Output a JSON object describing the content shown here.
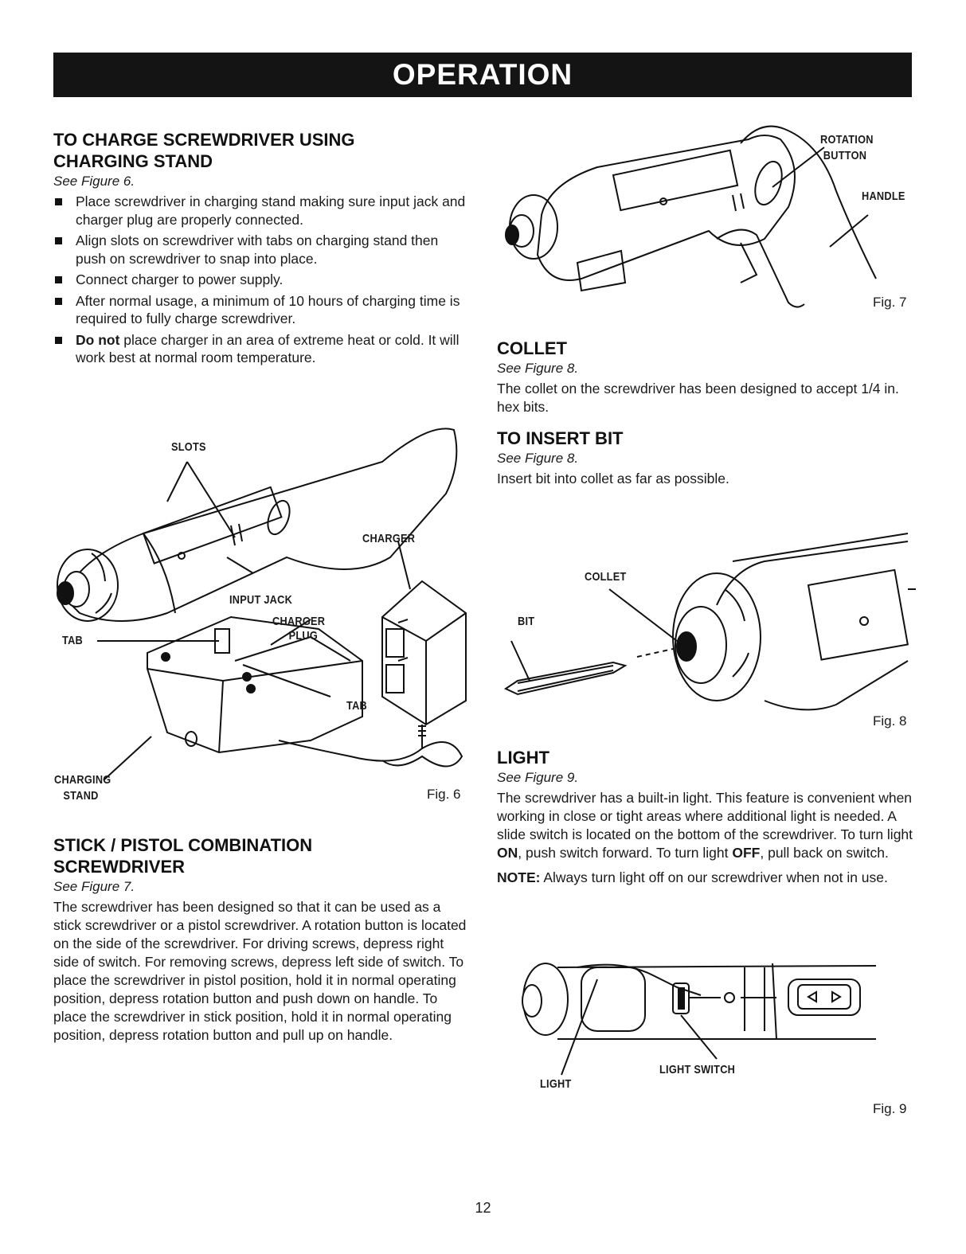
{
  "header": {
    "title": "OPERATION"
  },
  "charge": {
    "title_line1": "TO CHARGE SCREWDRIVER USING",
    "title_line2": "CHARGING STAND",
    "see": "See Figure 6.",
    "bullets": [
      "Place screwdriver in charging stand making sure input jack and charger plug are properly connected.",
      "Align slots on screwdriver with tabs on charging stand then push on screwdriver to snap into place.",
      "Connect charger to power supply.",
      "After normal usage, a minimum of 10 hours of charging time is required to fully charge screwdriver."
    ],
    "bullet5_bold": "Do not",
    "bullet5_rest": " place charger in an area of extreme heat or cold. It will work best at normal room temperature."
  },
  "fig6": {
    "labels": {
      "slots": "SLOTS",
      "charger": "CHARGER",
      "input_jack": "INPUT JACK",
      "charger_plug_1": "CHARGER",
      "charger_plug_2": "PLUG",
      "tab_left": "TAB",
      "tab_right": "TAB",
      "charging_1": "CHARGING",
      "charging_2": "STAND"
    },
    "fig": "Fig. 6"
  },
  "stick": {
    "title_line1": "STICK / PISTOL COMBINATION",
    "title_line2": "SCREWDRIVER",
    "see": "See Figure 7.",
    "body": "The screwdriver has been designed so that it can be used as a stick screwdriver or a pistol screwdriver. A rotation button is located on the side of the screwdriver. For driving screws, depress right side of switch. For removing screws, depress left side of switch. To place the screwdriver in pistol position, hold it in normal operating position, depress rotation button and push down on handle. To place the screwdriver in stick position, hold it in normal operating position, depress rotation button and pull up on handle."
  },
  "fig7": {
    "labels": {
      "rotation_1": "ROTATION",
      "rotation_2": "BUTTON",
      "handle": "HANDLE"
    },
    "fig": "Fig. 7"
  },
  "collet": {
    "title": "COLLET",
    "see": "See Figure 8.",
    "body": "The collet on the screwdriver has been designed to accept 1/4 in. hex bits."
  },
  "insert": {
    "title": "TO INSERT BIT",
    "see": "See Figure 8.",
    "body": "Insert bit into collet as far as possible."
  },
  "fig8": {
    "labels": {
      "collet": "COLLET",
      "bit": "BIT"
    },
    "fig": "Fig. 8"
  },
  "light": {
    "title": "LIGHT",
    "see": "See Figure 9.",
    "body_a": "The screwdriver has a built-in light. This feature is convenient when working in close or tight areas where additional light is needed. A slide switch is located on the bottom of the screwdriver. To turn light ",
    "on": "ON",
    "body_b": ", push switch forward. To turn light ",
    "off": "OFF",
    "body_c": ", pull back on switch.",
    "note_label": "NOTE:",
    "note_text": " Always turn light off on our screwdriver when not in use."
  },
  "fig9": {
    "labels": {
      "light_switch": "LIGHT SWITCH",
      "light": "LIGHT"
    },
    "fig": "Fig. 9"
  },
  "page_number": "12"
}
